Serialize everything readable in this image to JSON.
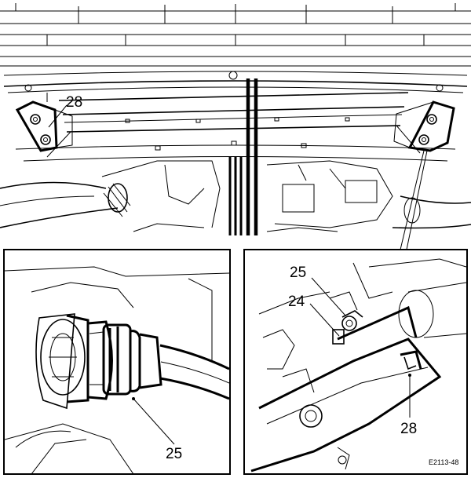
{
  "callouts": {
    "top_left": "28",
    "inset_left": "25",
    "inset_right_a": "25",
    "inset_right_b": "24",
    "inset_right_c": "28"
  },
  "figure_code": "E2113-48"
}
